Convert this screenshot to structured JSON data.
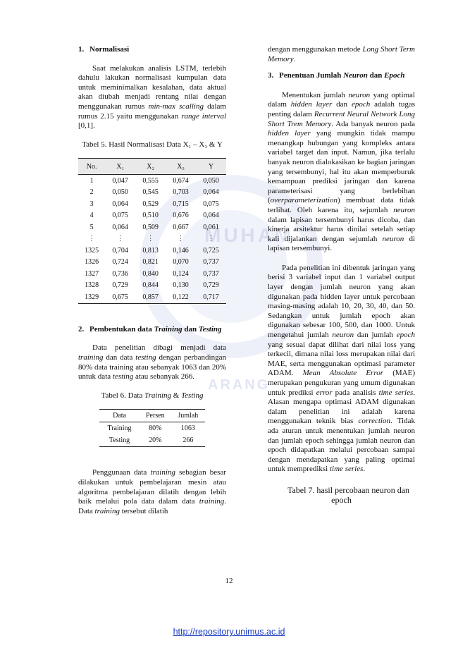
{
  "left": {
    "s1_num": "1.",
    "s1_title": "Normalisasi",
    "s1_p": [
      "Saat melakukan analisis LSTM, terlebih dahulu lakukan normalisasi kumpulan data untuk meminimalkan kesalahan, data aktual akan diubah menjadi rentang nilai dengan menggunakan rumus ",
      "min-max scalling",
      " dalam rumus 2.15 yaitu menggunakan ",
      "range interval",
      " [0,1]."
    ],
    "t5_caption": "Tabel 5. Hasil Normalisasi Data X₁ – X₃ & Y",
    "t5_headers": [
      "No.",
      "X₁",
      "X₂",
      "X₃",
      "Y"
    ],
    "t5_rows": [
      [
        "1",
        "0,047",
        "0,555",
        "0,674",
        "0,050"
      ],
      [
        "2",
        "0,050",
        "0,545",
        "0,703",
        "0,064"
      ],
      [
        "3",
        "0,064",
        "0,529",
        "0,715",
        "0,075"
      ],
      [
        "4",
        "0,075",
        "0,510",
        "0,676",
        "0,064"
      ],
      [
        "5",
        "0,064",
        "0,509",
        "0,667",
        "0,061"
      ],
      [
        "⋮",
        "⋮",
        "⋮",
        "⋮",
        "⋮"
      ],
      [
        "1325",
        "0,704",
        "0,813",
        "0,146",
        "0,725"
      ],
      [
        "1326",
        "0,724",
        "0,821",
        "0,070",
        "0,737"
      ],
      [
        "1327",
        "0,736",
        "0,840",
        "0,124",
        "0,737"
      ],
      [
        "1328",
        "0,729",
        "0,844",
        "0,130",
        "0,729"
      ],
      [
        "1329",
        "0,675",
        "0,857",
        "0,122",
        "0,717"
      ]
    ],
    "s2_num": "2.",
    "s2_title_a": "Pembentukan data ",
    "s2_title_b": "Training",
    "s2_title_c": " dan ",
    "s2_title_d": "Testing",
    "s2_p": [
      "Data penelitian dibagi menjadi data ",
      "training",
      " dan data ",
      "testing",
      " dengan perbandingan 80% data training atau sebanyak 1063 dan 20% untuk data ",
      "testing",
      " atau sebanyak 266."
    ],
    "t6_caption_a": "Tabel 6. Data ",
    "t6_caption_b": "Training",
    "t6_caption_c": " & ",
    "t6_caption_d": "Testing",
    "t6_headers": [
      "Data",
      "Persen",
      "Jumlah"
    ],
    "t6_rows": [
      [
        "Training",
        "80%",
        "1063"
      ],
      [
        "Testing",
        "20%",
        "266"
      ]
    ],
    "s2_p2": [
      "Penggunaan data ",
      "training",
      " sebagian besar dilakukan untuk pembelajaran mesin atau algoritma pembelajaran dilatih dengan lebih baik melalui pola data dalam data ",
      "training",
      ". Data ",
      "training",
      " tersebut dilatih"
    ]
  },
  "right": {
    "cont": [
      "dengan menggunakan metode ",
      "Long Short Term Memory",
      "."
    ],
    "s3_num": "3.",
    "s3_title_a": "Penentuan Jumlah ",
    "s3_title_b": "Neuron",
    "s3_title_c": " dan ",
    "s3_title_d": "Epoch",
    "s3_p1": [
      "Menentukan jumlah ",
      "neuron",
      " yang optimal dalam ",
      "hidden layer",
      " dan ",
      "epoch",
      " adalah tugas penting dalam ",
      "Recurrent Neural Network Long Short Trem Memory",
      ". Ada banyak neuron pada ",
      "hidden layer",
      " yang mungkin tidak mampu menangkap hubungan yang kompleks antara variabel target dan input. Namun, jika terlalu banyak neuron dialokasikan ke bagian jaringan yang tersembunyi, hal itu akan memperburuk kemampuan prediksi jaringan dan karena parameterisasi yang berlebihan (",
      "overparameterization",
      ") membuat data tidak terlihat. Oleh karena itu, sejumlah ",
      "neuron",
      " dalam lapisan tersembunyi harus dicoba, dan kinerja arsitektur harus dinilai setelah setiap kali dijalankan dengan sejumlah ",
      "neuron",
      " di lapisan tersembunyi."
    ],
    "s3_p2": [
      "Pada penelitian ini dibentuk jaringan yang berisi 3 variabel input dan 1 variabel output layer dengan jumlah neuron yang akan digunakan pada hidden layer untuk percobaan masing-masing adalah 10, 20, 30, 40, dan 50. Sedangkan untuk jumlah epoch akan digunakan sebesar 100, 500, dan 1000. Untuk mengetahui jumlah ",
      "neuron",
      " dan jumlah ",
      "epoch",
      " yang sesuai dapat dilihat dari nilai loss yang terkecil, dimana nilai loss merupakan nilai dari MAE, serta menggunakan optimasi parameter ADAM. ",
      "Mean Absolute Error",
      " (MAE) merupakan pengukuran yang umum digunakan untuk prediksi ",
      "error",
      " pada analisis ",
      "time series",
      ". Alasan mengapa optimasi ADAM digunakan dalam penelitian ini adalah karena menggunakan teknik bias ",
      "correction",
      ". Tidak ada aturan untuk menentukan jumlah neuron dan jumlah epoch sehingga jumlah neuron dan epoch didapatkan melalui percobaan sampai dengan mendapatkan yang paling optimal untuk memprediksi ",
      "time series",
      "."
    ],
    "t7_caption": "Tabel 7. hasil percobaan neuron dan epoch"
  },
  "page_number": "12",
  "footer_url": "http://repository.unimus.ac.id",
  "watermark_text_top": "MUHAM",
  "watermark_text_bottom": "ARANG"
}
